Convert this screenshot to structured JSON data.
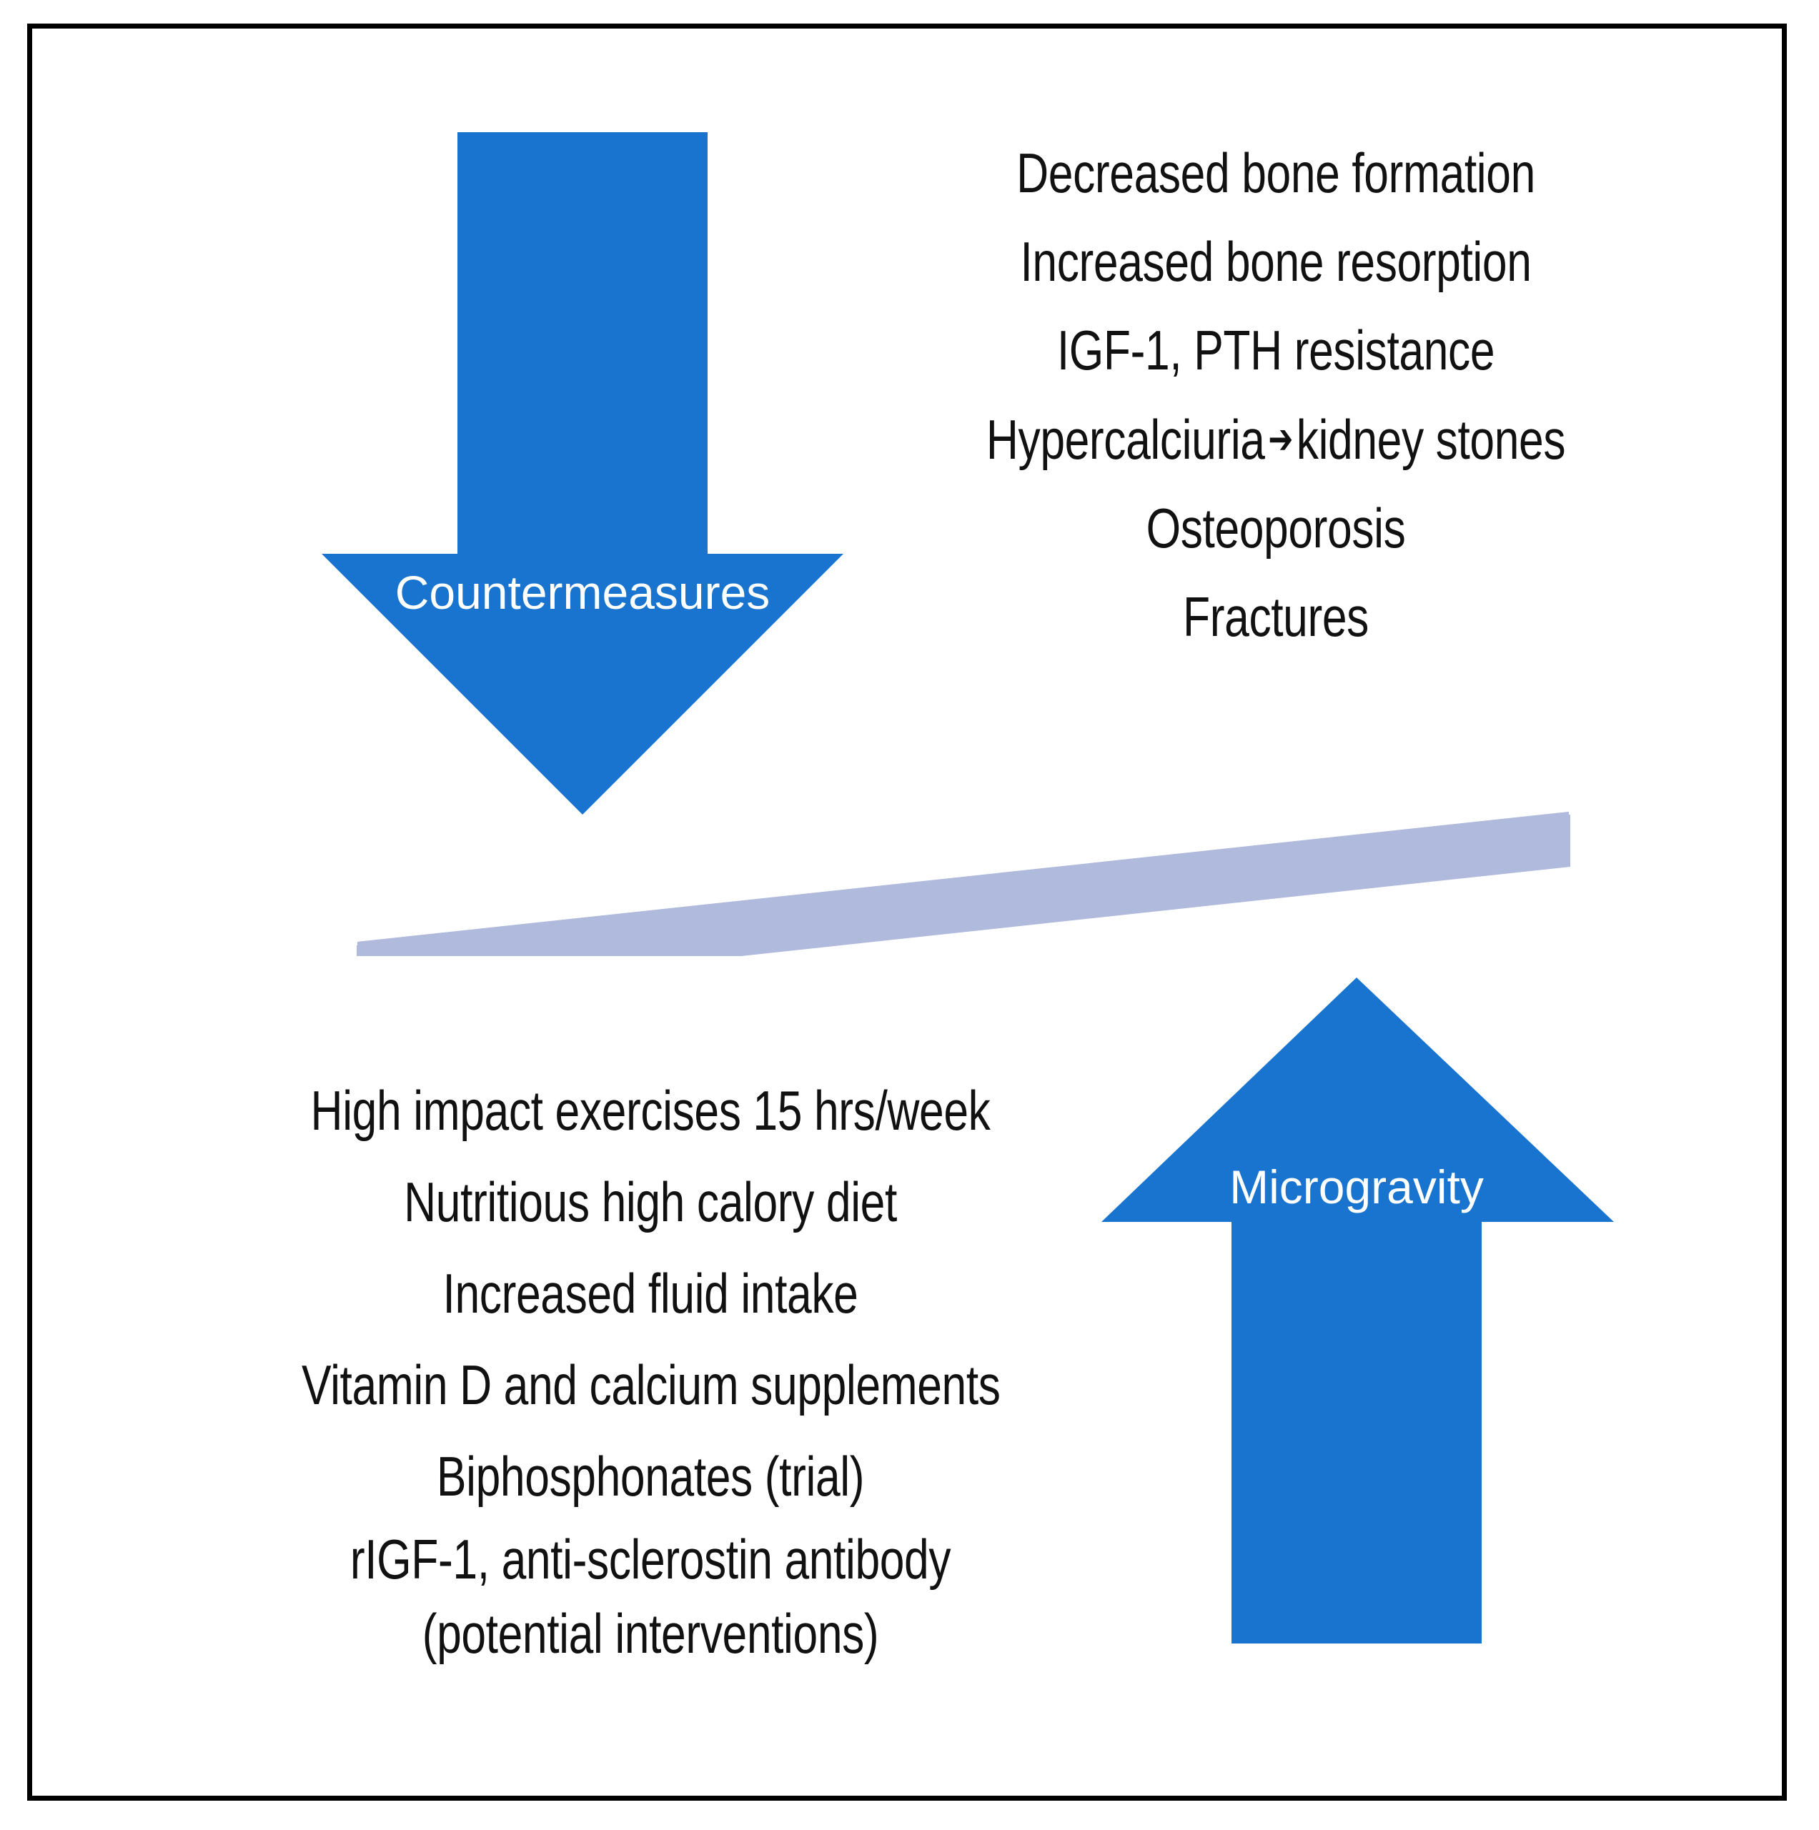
{
  "figure": {
    "title": "Microgravity bone effects and countermeasures balance diagram",
    "frame_color": "#000000",
    "background_color": "#ffffff",
    "arrow_color": "#1874CE",
    "beam_color": "#AFBADD",
    "text_color": "#111111",
    "label_color": "#ffffff"
  },
  "arrow_down": {
    "label": "Countermeasures",
    "direction": "down"
  },
  "arrow_up": {
    "label": "Microgravity",
    "direction": "up"
  },
  "effects": {
    "lines": [
      "Decreased  bone formation",
      "Increased  bone resorption",
      "IGF-1, PTH resistance",
      "Osteoporosis",
      "Fractures"
    ],
    "hypercalciuria_prefix": "Hypercalciuria",
    "hypercalciuria_arrow": "➔",
    "hypercalciuria_suffix": "kidney stones"
  },
  "countermeasures": {
    "lines": [
      "High impact exercises 15 hrs/week",
      "Nutritious high calory diet",
      "Increased  fluid intake",
      "Vitamin D and calcium supplements",
      "Biphosphonates  (trial)",
      "rIGF-1, anti-sclerostin  antibody",
      "(potential interventions)"
    ]
  }
}
